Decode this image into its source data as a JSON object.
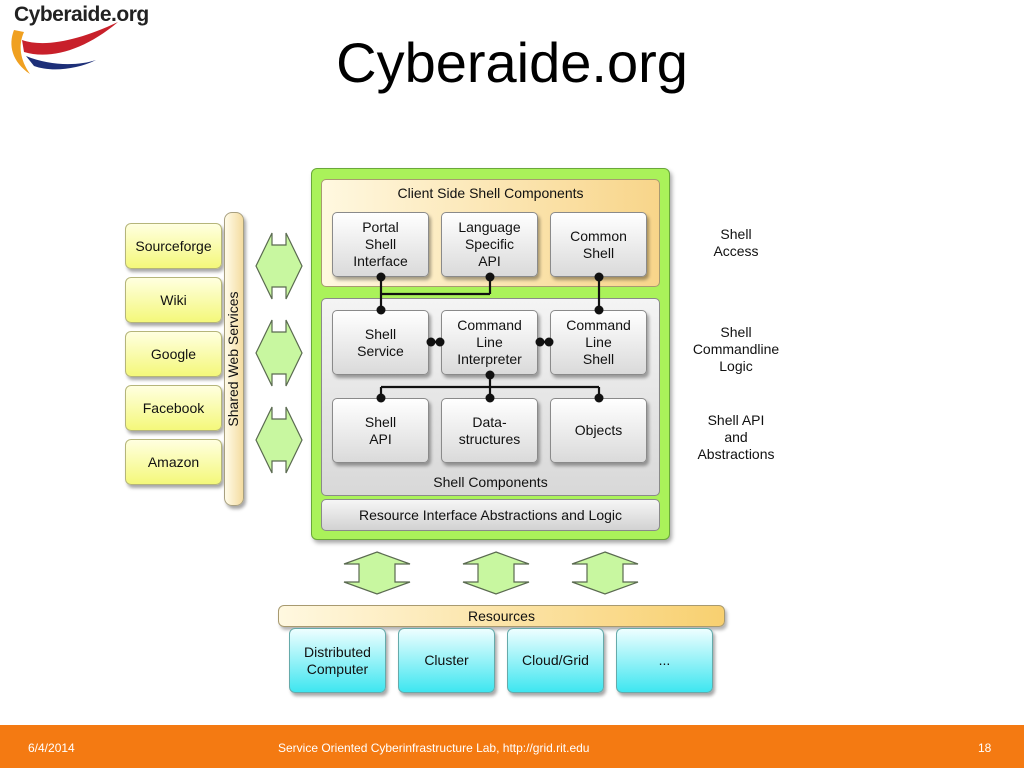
{
  "logo": {
    "text": "Cyberaide.org"
  },
  "title": "Cyberaide.org",
  "external_services": [
    "Sourceforge",
    "Wiki",
    "Google",
    "Facebook",
    "Amazon"
  ],
  "shared_web_services": "Shared Web Services",
  "client_side": {
    "title": "Client Side Shell Components",
    "items": [
      "Portal\nShell\nInterface",
      "Language\nSpecific\nAPI",
      "Common\nShell"
    ]
  },
  "shell_components": {
    "title": "Shell Components",
    "row1": [
      "Shell\nService",
      "Command\nLine\nInterpreter",
      "Command\nLine\nShell"
    ],
    "row2": [
      "Shell\nAPI",
      "Data-\nstructures",
      "Objects"
    ]
  },
  "resource_interface": "Resource Interface Abstractions and Logic",
  "layer_labels": [
    "Shell\nAccess",
    "Shell\nCommandline\nLogic",
    "Shell API\nand\nAbstractions"
  ],
  "resources": {
    "title": "Resources",
    "items": [
      "Distributed\nComputer",
      "Cluster",
      "Cloud/Grid",
      "..."
    ]
  },
  "footer": {
    "date": "6/4/2014",
    "center": "Service Oriented Cyberinfrastructure Lab, http://grid.rit.edu",
    "page": "18"
  },
  "colors": {
    "footer": "#f47a12",
    "green_frame": "#aaf25a",
    "arrow_fill": "#c8f7a0",
    "yellow_box": "#f4f87a",
    "cyan_box": "#3ee6f0"
  }
}
